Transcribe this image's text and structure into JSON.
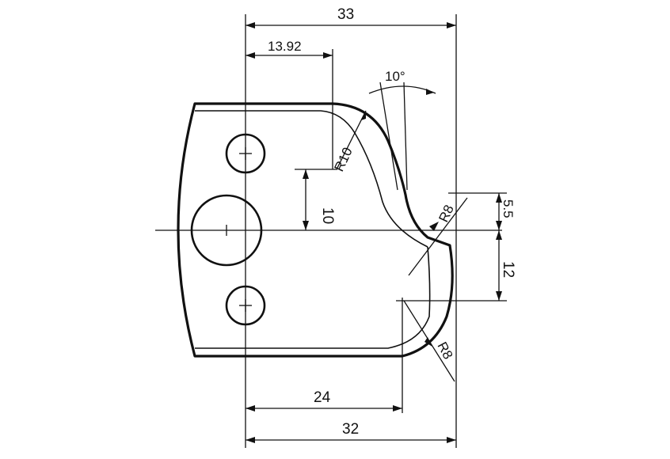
{
  "dimensions": {
    "overall_top": "33",
    "left_offset": "13.92",
    "angle": "10°",
    "radius_upper": "R10",
    "vertical_10": "10",
    "radius_notch": "R8",
    "step_5_5": "5.5",
    "vertical_12": "12",
    "radius_lower": "R8",
    "bottom_24": "24",
    "bottom_32": "32"
  }
}
